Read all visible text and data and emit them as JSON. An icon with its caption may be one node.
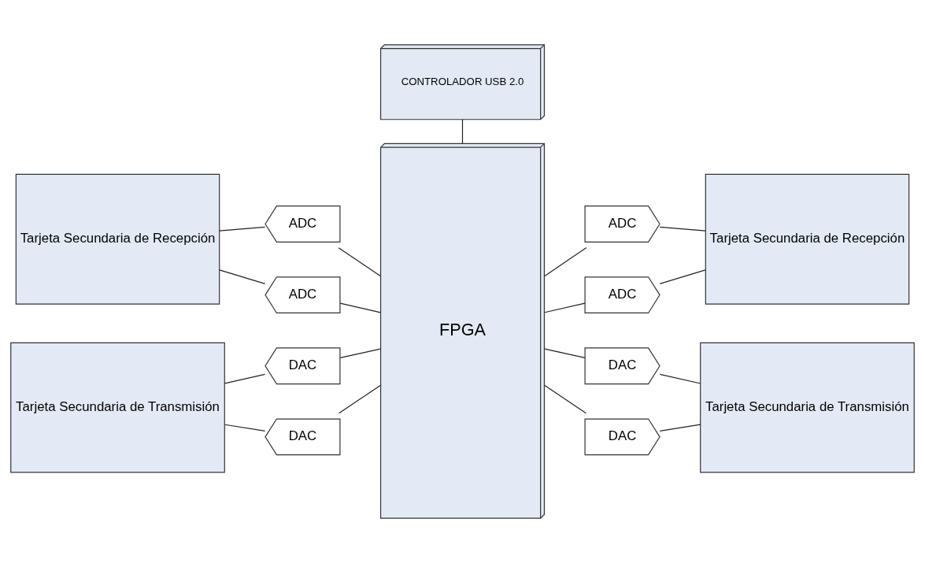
{
  "diagram": {
    "nodes": [
      {
        "text": [
          "CONTROLADOR USB 2.0"
        ]
      },
      {
        "text": [
          "FPGA"
        ]
      },
      {
        "text": [
          "Tarjeta Secundaria de Recepción"
        ]
      },
      {
        "text": [
          "Tarjeta Secundaria de Transmisión"
        ]
      },
      {
        "text": [
          "ADC"
        ]
      },
      {
        "text": [
          "ADC"
        ]
      },
      {
        "text": [
          "DAC"
        ]
      },
      {
        "text": [
          "DAC"
        ]
      },
      {
        "text": [
          "ADC"
        ]
      },
      {
        "text": [
          "ADC"
        ]
      },
      {
        "text": [
          "DAC"
        ]
      },
      {
        "text": [
          "DAC"
        ]
      },
      {
        "text": [
          "Tarjeta Secundaria de Recepción"
        ]
      },
      {
        "text": [
          "Tarjeta Secundaria de Transmisión"
        ]
      }
    ],
    "edges": [
      {
        "from": 0,
        "to": 1,
        "arrow": "none"
      },
      {
        "from": 2,
        "to": 4,
        "arrow": "none"
      },
      {
        "from": 4,
        "to": 1,
        "arrow": "none"
      },
      {
        "from": 2,
        "to": 5,
        "arrow": "none"
      },
      {
        "from": 5,
        "to": 1,
        "arrow": "none"
      },
      {
        "from": 3,
        "to": 6,
        "arrow": "none"
      },
      {
        "from": 6,
        "to": 1,
        "arrow": "none"
      },
      {
        "from": 3,
        "to": 7,
        "arrow": "none"
      },
      {
        "from": 7,
        "to": 1,
        "arrow": "none"
      },
      {
        "from": 1,
        "to": 8,
        "arrow": "none"
      },
      {
        "from": 8,
        "to": 12,
        "arrow": "none"
      },
      {
        "from": 1,
        "to": 9,
        "arrow": "none"
      },
      {
        "from": 9,
        "to": 12,
        "arrow": "none"
      },
      {
        "from": 1,
        "to": 10,
        "arrow": "none"
      },
      {
        "from": 10,
        "to": 13,
        "arrow": "none"
      },
      {
        "from": 1,
        "to": 11,
        "arrow": "none"
      },
      {
        "from": 11,
        "to": 13,
        "arrow": "none"
      }
    ]
  }
}
